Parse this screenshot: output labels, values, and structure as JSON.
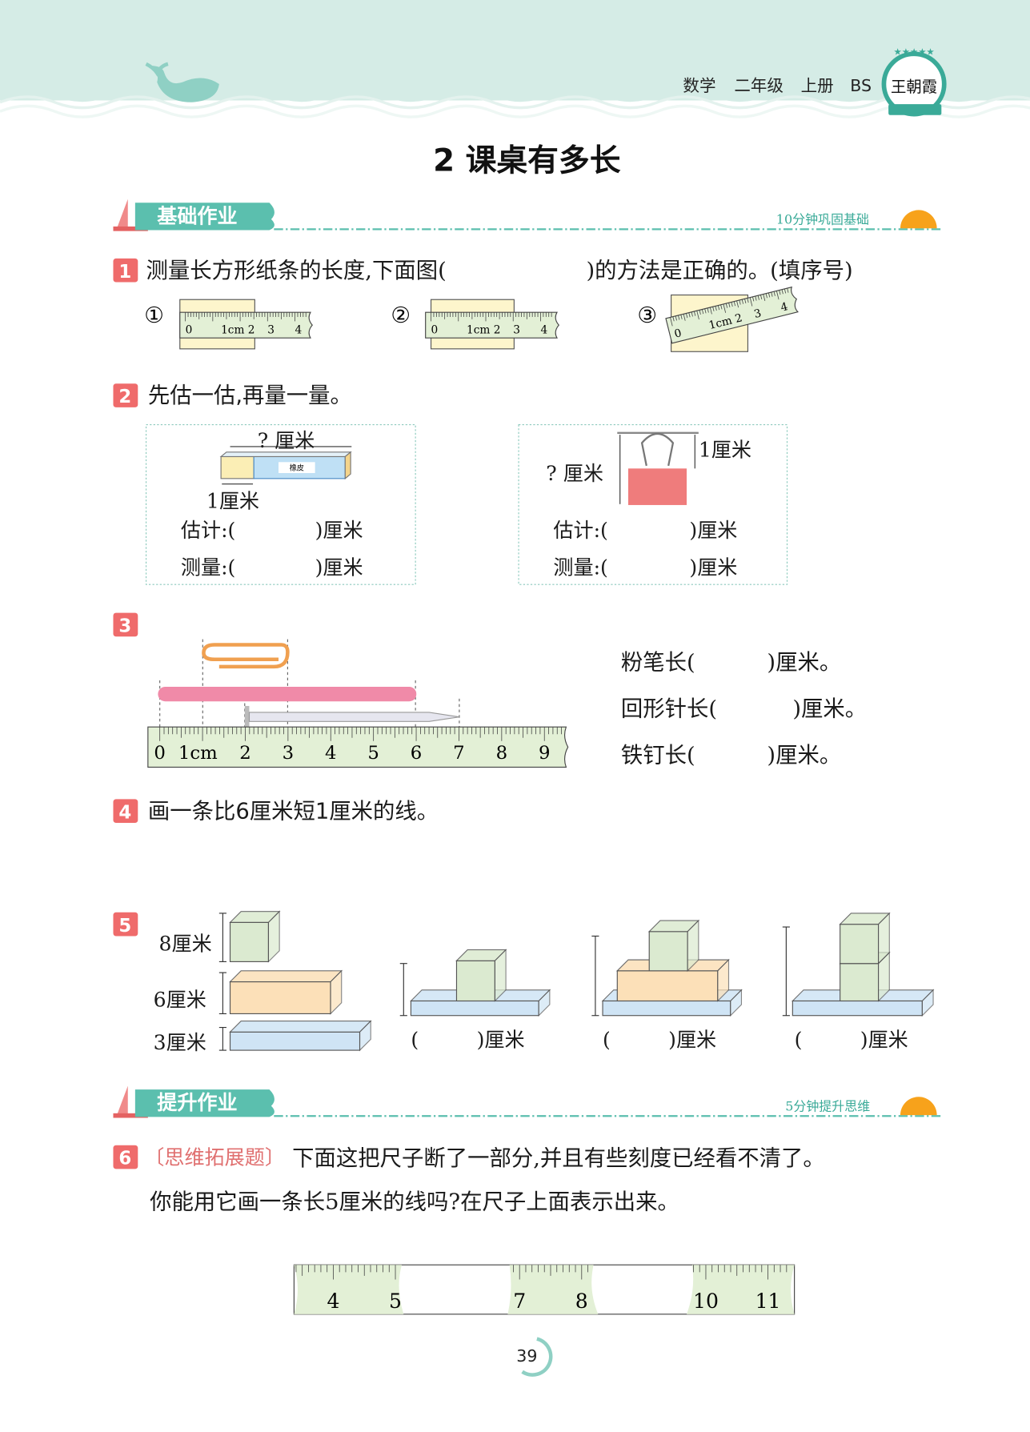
{
  "header": {
    "subject": "数学",
    "grade": "二年级",
    "volume": "上册",
    "edition": "BS",
    "logo_text": "王朝霞"
  },
  "title": "2  课桌有多长",
  "sections": [
    {
      "label": "基础作业",
      "note": "10分钟巩固基础"
    },
    {
      "label": "提升作业",
      "note": "5分钟提升思维"
    }
  ],
  "colors": {
    "accent": "#5bbfae",
    "number_badge": "#ef6b6b",
    "ruler": "#e3f0d6",
    "paper": "#fdf5cc",
    "sun": "#f7a21b"
  },
  "q1": {
    "number": "1",
    "text_a": "测量长方形纸条的长度,下面图(",
    "text_b": ")的方法是正确的。(填序号)",
    "options": [
      "①",
      "②",
      "③"
    ],
    "ruler_labels": [
      "0",
      "1cm 2",
      "3",
      "4"
    ]
  },
  "q2": {
    "number": "2",
    "text": "先估一估,再量一量。",
    "eraser": {
      "length_label": "? 厘米",
      "unit_label": "1厘米",
      "brand": "橡皮"
    },
    "clip": {
      "height_label": "? 厘米",
      "unit_label": "1厘米"
    },
    "estimate": "估计:(",
    "measure": "测量:(",
    "unit_suffix": ")厘米"
  },
  "q3": {
    "number": "3",
    "ruler_labels": [
      "0",
      "1cm",
      "2",
      "3",
      "4",
      "5",
      "6",
      "7",
      "8",
      "9"
    ],
    "answers": [
      "粉笔长(",
      "回形针长(",
      "铁钉长("
    ],
    "answer_suffix": ")厘米。"
  },
  "q4": {
    "number": "4",
    "text": "画一条比6厘米短1厘米的线。"
  },
  "q5": {
    "number": "5",
    "labels": [
      "8厘米",
      "6厘米",
      "3厘米"
    ],
    "blank_open": "(",
    "blank_close": ")厘米"
  },
  "q6": {
    "number": "6",
    "tag": "〔思维拓展题〕",
    "line1": "下面这把尺子断了一部分,并且有些刻度已经看不清了。",
    "line2": "你能用它画一条长5厘米的线吗?在尺子上面表示出来。",
    "ruler_labels": [
      "4",
      "5",
      "7",
      "8",
      "10",
      "11"
    ]
  },
  "page_number": "39"
}
